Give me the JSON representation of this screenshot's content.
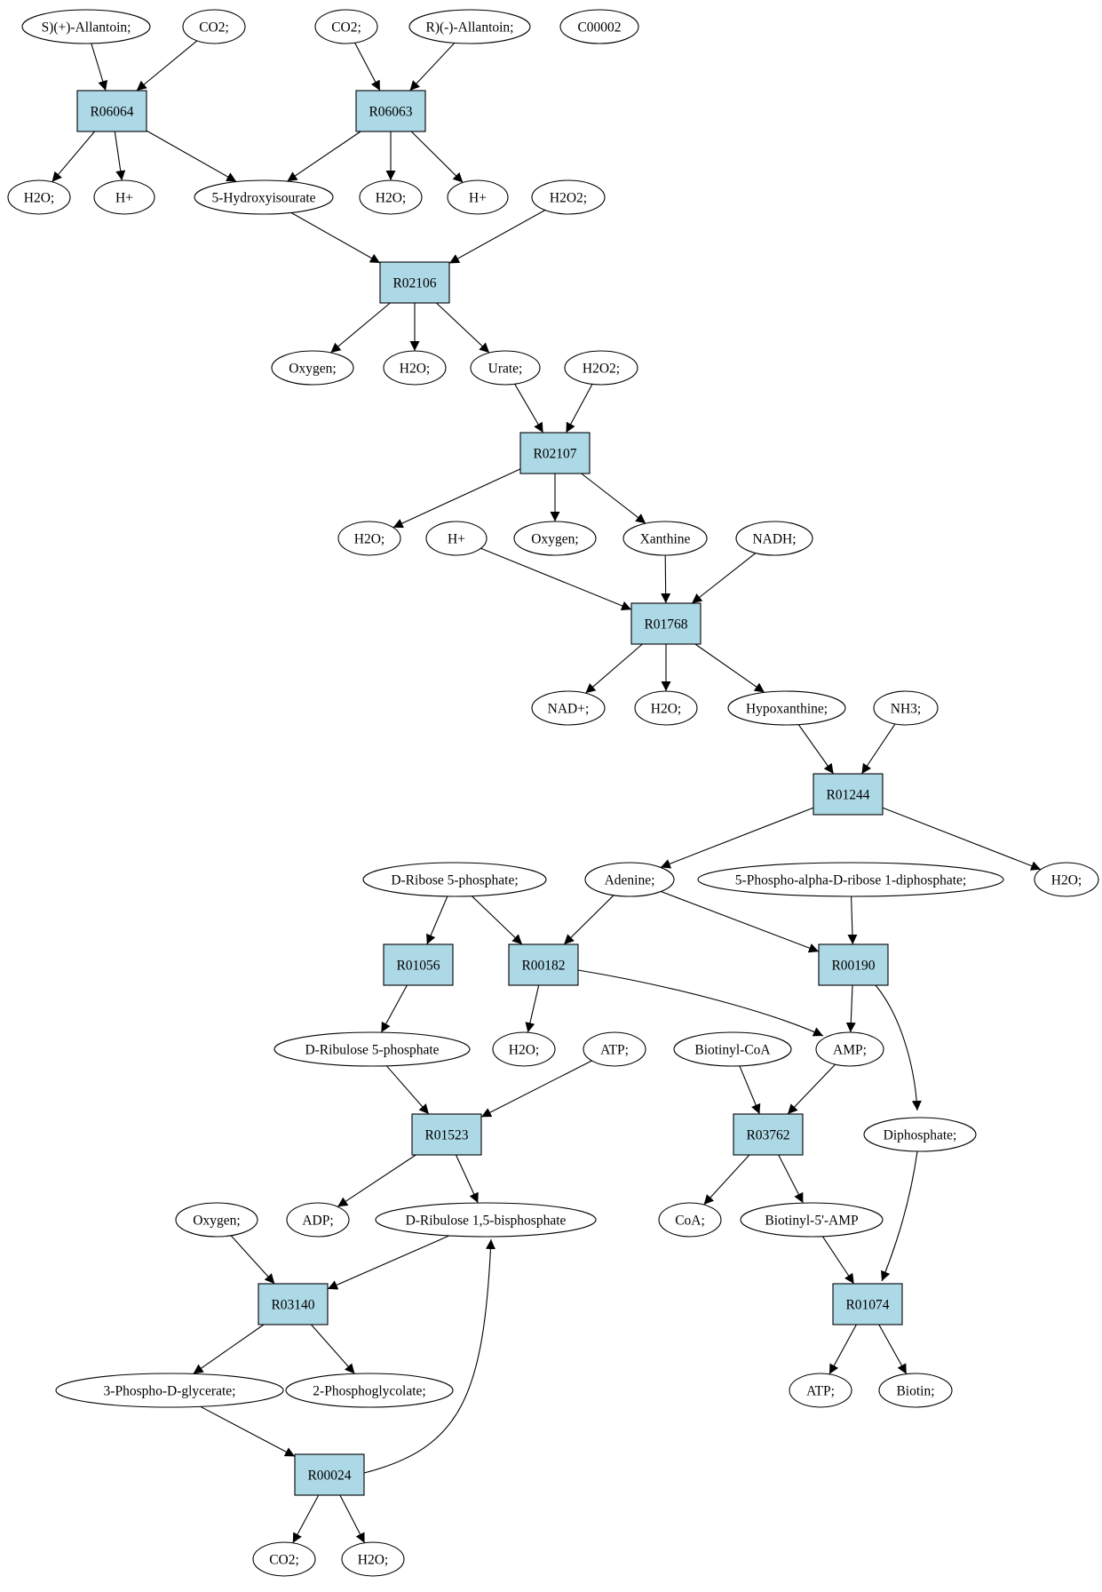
{
  "colors": {
    "reaction_fill": "#add8e6",
    "compound_fill": "#ffffff",
    "highlight_yellow": "#ffff00",
    "highlight_green": "#00ff00",
    "edge_color": "#000000"
  },
  "reactions": [
    {
      "id": "R06064",
      "label": "R06064"
    },
    {
      "id": "R06063",
      "label": "R06063"
    },
    {
      "id": "R02106",
      "label": "R02106"
    },
    {
      "id": "R02107",
      "label": "R02107"
    },
    {
      "id": "R01768",
      "label": "R01768"
    },
    {
      "id": "R01244",
      "label": "R01244"
    },
    {
      "id": "R01056",
      "label": "R01056"
    },
    {
      "id": "R00182",
      "label": "R00182"
    },
    {
      "id": "R00190",
      "label": "R00190"
    },
    {
      "id": "R01523",
      "label": "R01523"
    },
    {
      "id": "R03762",
      "label": "R03762"
    },
    {
      "id": "R03140",
      "label": "R03140"
    },
    {
      "id": "R01074",
      "label": "R01074"
    },
    {
      "id": "R00024",
      "label": "R00024"
    }
  ],
  "compounds": [
    {
      "id": "s_allantoin",
      "label": "S)(+)-Allantoin;"
    },
    {
      "id": "co2_a",
      "label": "CO2;"
    },
    {
      "id": "co2_b",
      "label": "CO2;"
    },
    {
      "id": "r_allantoin",
      "label": "R)(-)-Allantoin;"
    },
    {
      "id": "c00002",
      "label": "C00002",
      "highlight": "yellow"
    },
    {
      "id": "h2o_a",
      "label": "H2O;"
    },
    {
      "id": "hplus_a",
      "label": "H+"
    },
    {
      "id": "hydroxyisourate",
      "label": "5-Hydroxyisourate"
    },
    {
      "id": "h2o_b",
      "label": "H2O;"
    },
    {
      "id": "hplus_b",
      "label": "H+"
    },
    {
      "id": "h2o2_a",
      "label": "H2O2;"
    },
    {
      "id": "oxygen_a",
      "label": "Oxygen;"
    },
    {
      "id": "h2o_c",
      "label": "H2O;"
    },
    {
      "id": "urate",
      "label": "Urate;"
    },
    {
      "id": "h2o2_b",
      "label": "H2O2;"
    },
    {
      "id": "h2o_d",
      "label": "H2O;"
    },
    {
      "id": "hplus_c",
      "label": "H+"
    },
    {
      "id": "oxygen_b",
      "label": "Oxygen;"
    },
    {
      "id": "xanthine",
      "label": "Xanthine"
    },
    {
      "id": "nadh",
      "label": "NADH;"
    },
    {
      "id": "nadplus",
      "label": "NAD+;"
    },
    {
      "id": "h2o_e",
      "label": "H2O;"
    },
    {
      "id": "hypoxanthine",
      "label": "Hypoxanthine;"
    },
    {
      "id": "nh3",
      "label": "NH3;"
    },
    {
      "id": "ribose5p",
      "label": "D-Ribose 5-phosphate;",
      "highlight": "green"
    },
    {
      "id": "adenine",
      "label": "Adenine;"
    },
    {
      "id": "prpp",
      "label": "5-Phospho-alpha-D-ribose 1-diphosphate;"
    },
    {
      "id": "h2o_f",
      "label": "H2O;"
    },
    {
      "id": "ribulose5p",
      "label": "D-Ribulose 5-phosphate"
    },
    {
      "id": "h2o_g",
      "label": "H2O;"
    },
    {
      "id": "atp_a",
      "label": "ATP;"
    },
    {
      "id": "biotinylcoa",
      "label": "Biotinyl-CoA"
    },
    {
      "id": "amp",
      "label": "AMP;"
    },
    {
      "id": "diphosphate",
      "label": "Diphosphate;"
    },
    {
      "id": "oxygen_c",
      "label": "Oxygen;"
    },
    {
      "id": "adp",
      "label": "ADP;"
    },
    {
      "id": "rubp",
      "label": "D-Ribulose 1,5-bisphosphate"
    },
    {
      "id": "coa",
      "label": "CoA;"
    },
    {
      "id": "biotinyl5amp",
      "label": "Biotinyl-5'-AMP"
    },
    {
      "id": "pga3",
      "label": "3-Phospho-D-glycerate;"
    },
    {
      "id": "pglycolate",
      "label": "2-Phosphoglycolate;"
    },
    {
      "id": "atp_b",
      "label": "ATP;"
    },
    {
      "id": "biotin",
      "label": "Biotin;"
    },
    {
      "id": "co2_c",
      "label": "CO2;"
    },
    {
      "id": "h2o_h",
      "label": "H2O;"
    }
  ],
  "edges": [
    [
      "s_allantoin",
      "R06064"
    ],
    [
      "co2_a",
      "R06064"
    ],
    [
      "R06064",
      "h2o_a"
    ],
    [
      "R06064",
      "hplus_a"
    ],
    [
      "R06064",
      "hydroxyisourate"
    ],
    [
      "co2_b",
      "R06063"
    ],
    [
      "r_allantoin",
      "R06063"
    ],
    [
      "R06063",
      "hydroxyisourate"
    ],
    [
      "R06063",
      "h2o_b"
    ],
    [
      "R06063",
      "hplus_b"
    ],
    [
      "hydroxyisourate",
      "R02106"
    ],
    [
      "h2o2_a",
      "R02106"
    ],
    [
      "R02106",
      "oxygen_a"
    ],
    [
      "R02106",
      "h2o_c"
    ],
    [
      "R02106",
      "urate"
    ],
    [
      "urate",
      "R02107"
    ],
    [
      "h2o2_b",
      "R02107"
    ],
    [
      "R02107",
      "h2o_d"
    ],
    [
      "R02107",
      "oxygen_b"
    ],
    [
      "R02107",
      "xanthine"
    ],
    [
      "hplus_c",
      "R01768"
    ],
    [
      "xanthine",
      "R01768"
    ],
    [
      "nadh",
      "R01768"
    ],
    [
      "R01768",
      "nadplus"
    ],
    [
      "R01768",
      "h2o_e"
    ],
    [
      "R01768",
      "hypoxanthine"
    ],
    [
      "hypoxanthine",
      "R01244"
    ],
    [
      "nh3",
      "R01244"
    ],
    [
      "R01244",
      "adenine"
    ],
    [
      "R01244",
      "h2o_f"
    ],
    [
      "ribose5p",
      "R01056"
    ],
    [
      "ribose5p",
      "R00182"
    ],
    [
      "adenine",
      "R00182"
    ],
    [
      "adenine",
      "R00190"
    ],
    [
      "prpp",
      "R00190"
    ],
    [
      "R01056",
      "ribulose5p"
    ],
    [
      "R00182",
      "h2o_g"
    ],
    [
      "R00182",
      "amp"
    ],
    [
      "R00190",
      "amp"
    ],
    [
      "R00190",
      "diphosphate"
    ],
    [
      "ribulose5p",
      "R01523"
    ],
    [
      "atp_a",
      "R01523"
    ],
    [
      "biotinylcoa",
      "R03762"
    ],
    [
      "amp",
      "R03762"
    ],
    [
      "R01523",
      "adp"
    ],
    [
      "R01523",
      "rubp"
    ],
    [
      "R03762",
      "coa"
    ],
    [
      "R03762",
      "biotinyl5amp"
    ],
    [
      "oxygen_c",
      "R03140"
    ],
    [
      "rubp",
      "R03140"
    ],
    [
      "R03140",
      "pga3"
    ],
    [
      "R03140",
      "pglycolate"
    ],
    [
      "biotinyl5amp",
      "R01074"
    ],
    [
      "diphosphate",
      "R01074"
    ],
    [
      "R01074",
      "atp_b"
    ],
    [
      "R01074",
      "biotin"
    ],
    [
      "pga3",
      "R00024"
    ],
    [
      "R00024",
      "co2_c"
    ],
    [
      "R00024",
      "h2o_h"
    ],
    [
      "R00024",
      "rubp"
    ]
  ]
}
